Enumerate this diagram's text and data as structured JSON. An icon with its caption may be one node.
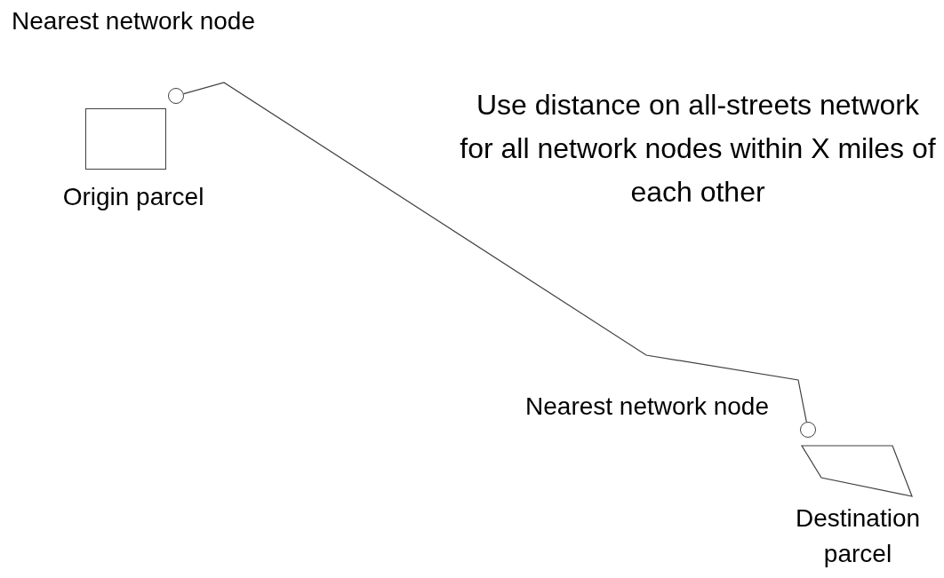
{
  "diagram": {
    "nodes": [
      {
        "text": [],
        "shape": "circle",
        "beside": [
          "Nearest network node"
        ]
      },
      {
        "text": [
          "Origin parcel"
        ]
      },
      {
        "text": [],
        "shape": "circle",
        "beside": [
          "Nearest network node"
        ]
      },
      {
        "text": [
          "Destination parcel"
        ]
      }
    ],
    "edges": [
      {
        "from": 0,
        "to": 2,
        "arrow": "none"
      }
    ],
    "labels": [
      "Use distance on all-streets network for all network nodes within X miles of each other"
    ]
  }
}
